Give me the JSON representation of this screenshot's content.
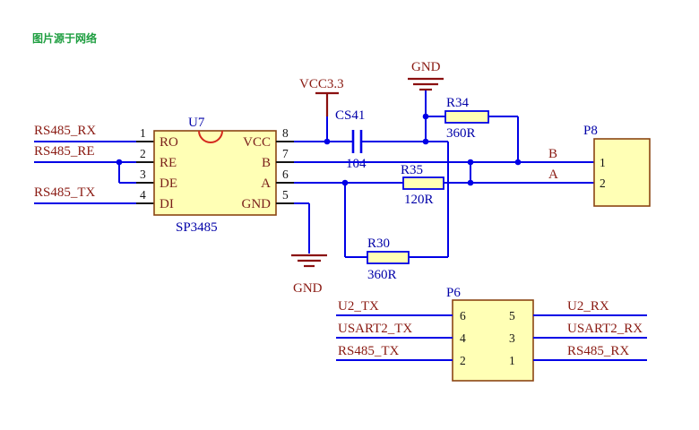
{
  "watermark": "图片源于网络",
  "chip": {
    "designator": "U7",
    "part": "SP3485",
    "pins": {
      "p1": {
        "num": "1",
        "name": "RO"
      },
      "p2": {
        "num": "2",
        "name": "RE"
      },
      "p3": {
        "num": "3",
        "name": "DE"
      },
      "p4": {
        "num": "4",
        "name": "DI"
      },
      "p5": {
        "num": "5",
        "name": "GND"
      },
      "p6": {
        "num": "6",
        "name": "A"
      },
      "p7": {
        "num": "7",
        "name": "B"
      },
      "p8": {
        "num": "8",
        "name": "VCC"
      }
    }
  },
  "net_labels": {
    "rs485_rx": "RS485_RX",
    "rs485_re": "RS485_RE",
    "rs485_tx": "RS485_TX",
    "b": "B",
    "a": "A"
  },
  "power": {
    "vcc": "VCC3.3",
    "gnd_top": "GND",
    "gnd_bottom": "GND"
  },
  "capacitor": {
    "designator": "CS41",
    "value": "104"
  },
  "resistors": {
    "r34": {
      "designator": "R34",
      "value": "360R"
    },
    "r35": {
      "designator": "R35",
      "value": "120R"
    },
    "r30": {
      "designator": "R30",
      "value": "360R"
    }
  },
  "p8": {
    "designator": "P8",
    "pin1": "1",
    "pin2": "2"
  },
  "p6": {
    "designator": "P6",
    "rows": [
      {
        "left_label": "U2_TX",
        "left_pin": "6",
        "right_pin": "5",
        "right_label": "U2_RX"
      },
      {
        "left_label": "USART2_TX",
        "left_pin": "4",
        "right_pin": "3",
        "right_label": "USART2_RX"
      },
      {
        "left_label": "RS485_TX",
        "left_pin": "2",
        "right_pin": "1",
        "right_label": "RS485_RX"
      }
    ]
  },
  "colors": {
    "wire": "#0000E6",
    "net_label": "#8A1A12",
    "designator": "#0000A8",
    "component_fill": "#FFFFB5",
    "component_border": "#8B4513",
    "power_symbol": "#8A0F0F",
    "watermark": "#1E9E40"
  }
}
